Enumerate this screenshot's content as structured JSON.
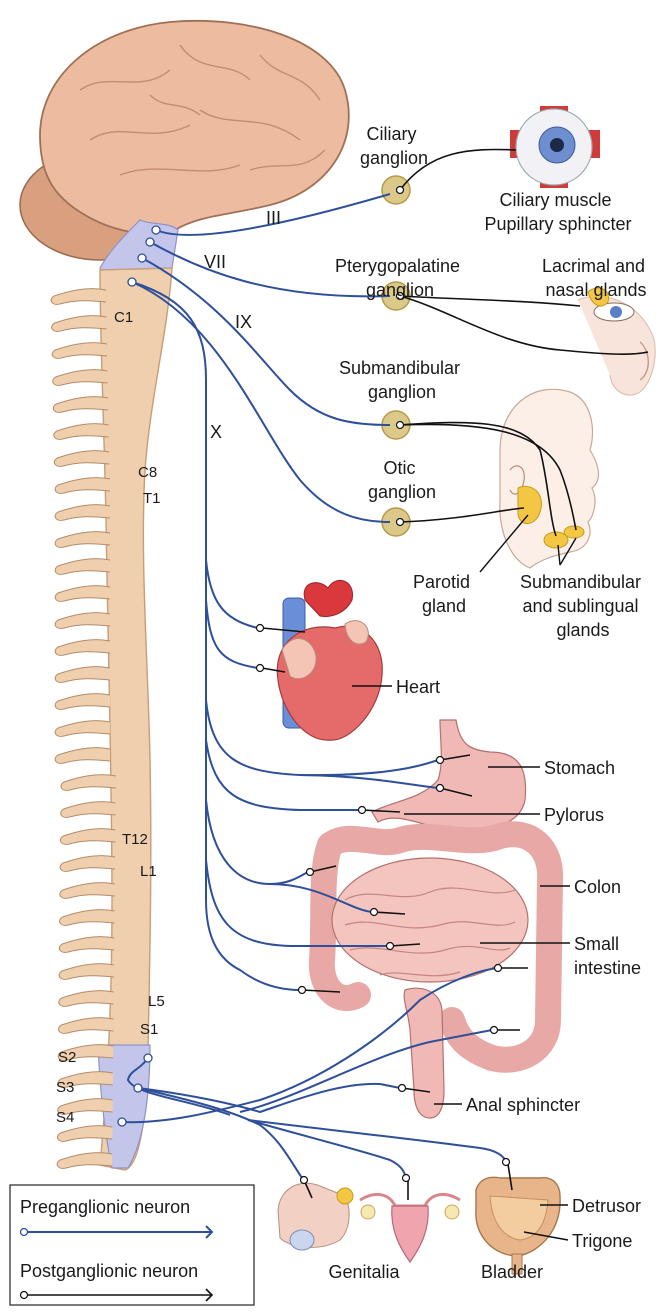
{
  "labels": {
    "ciliary_ganglion": [
      "Ciliary",
      "ganglion"
    ],
    "ciliary_target": [
      "Ciliary muscle",
      "Pupillary sphincter"
    ],
    "pterygopalatine_ganglion": [
      "Pterygopalatine",
      "ganglion"
    ],
    "lacrimal_target": [
      "Lacrimal and",
      "nasal glands"
    ],
    "submandibular_ganglion": [
      "Submandibular",
      "ganglion"
    ],
    "otic_ganglion": [
      "Otic",
      "ganglion"
    ],
    "parotid": [
      "Parotid",
      "gland"
    ],
    "submandibular_glands": [
      "Submandibular",
      "and sublingual",
      "glands"
    ],
    "heart": "Heart",
    "stomach": "Stomach",
    "pylorus": "Pylorus",
    "colon": "Colon",
    "small_intestine": [
      "Small",
      "intestine"
    ],
    "anal_sphincter": "Anal sphincter",
    "detrusor": "Detrusor",
    "trigone": "Trigone",
    "genitalia": "Genitalia",
    "bladder": "Bladder"
  },
  "nerves": {
    "III": "III",
    "VII": "VII",
    "IX": "IX",
    "X": "X"
  },
  "spinal_labels": {
    "C1": "C1",
    "C8": "C8",
    "T1": "T1",
    "T12": "T12",
    "L1": "L1",
    "L5": "L5",
    "S1": "S1",
    "S2": "S2",
    "S3": "S3",
    "S4": "S4"
  },
  "legend": {
    "preganglionic": "Preganglionic neuron",
    "postganglionic": "Postganglionic neuron"
  },
  "colors": {
    "preganglionic": "#2e4f9a",
    "postganglionic": "#111111",
    "ganglion": "#dcc98a",
    "spine": "#efcfad",
    "brainstem": "#c3c6ea",
    "organ": "#f1b9b6"
  }
}
